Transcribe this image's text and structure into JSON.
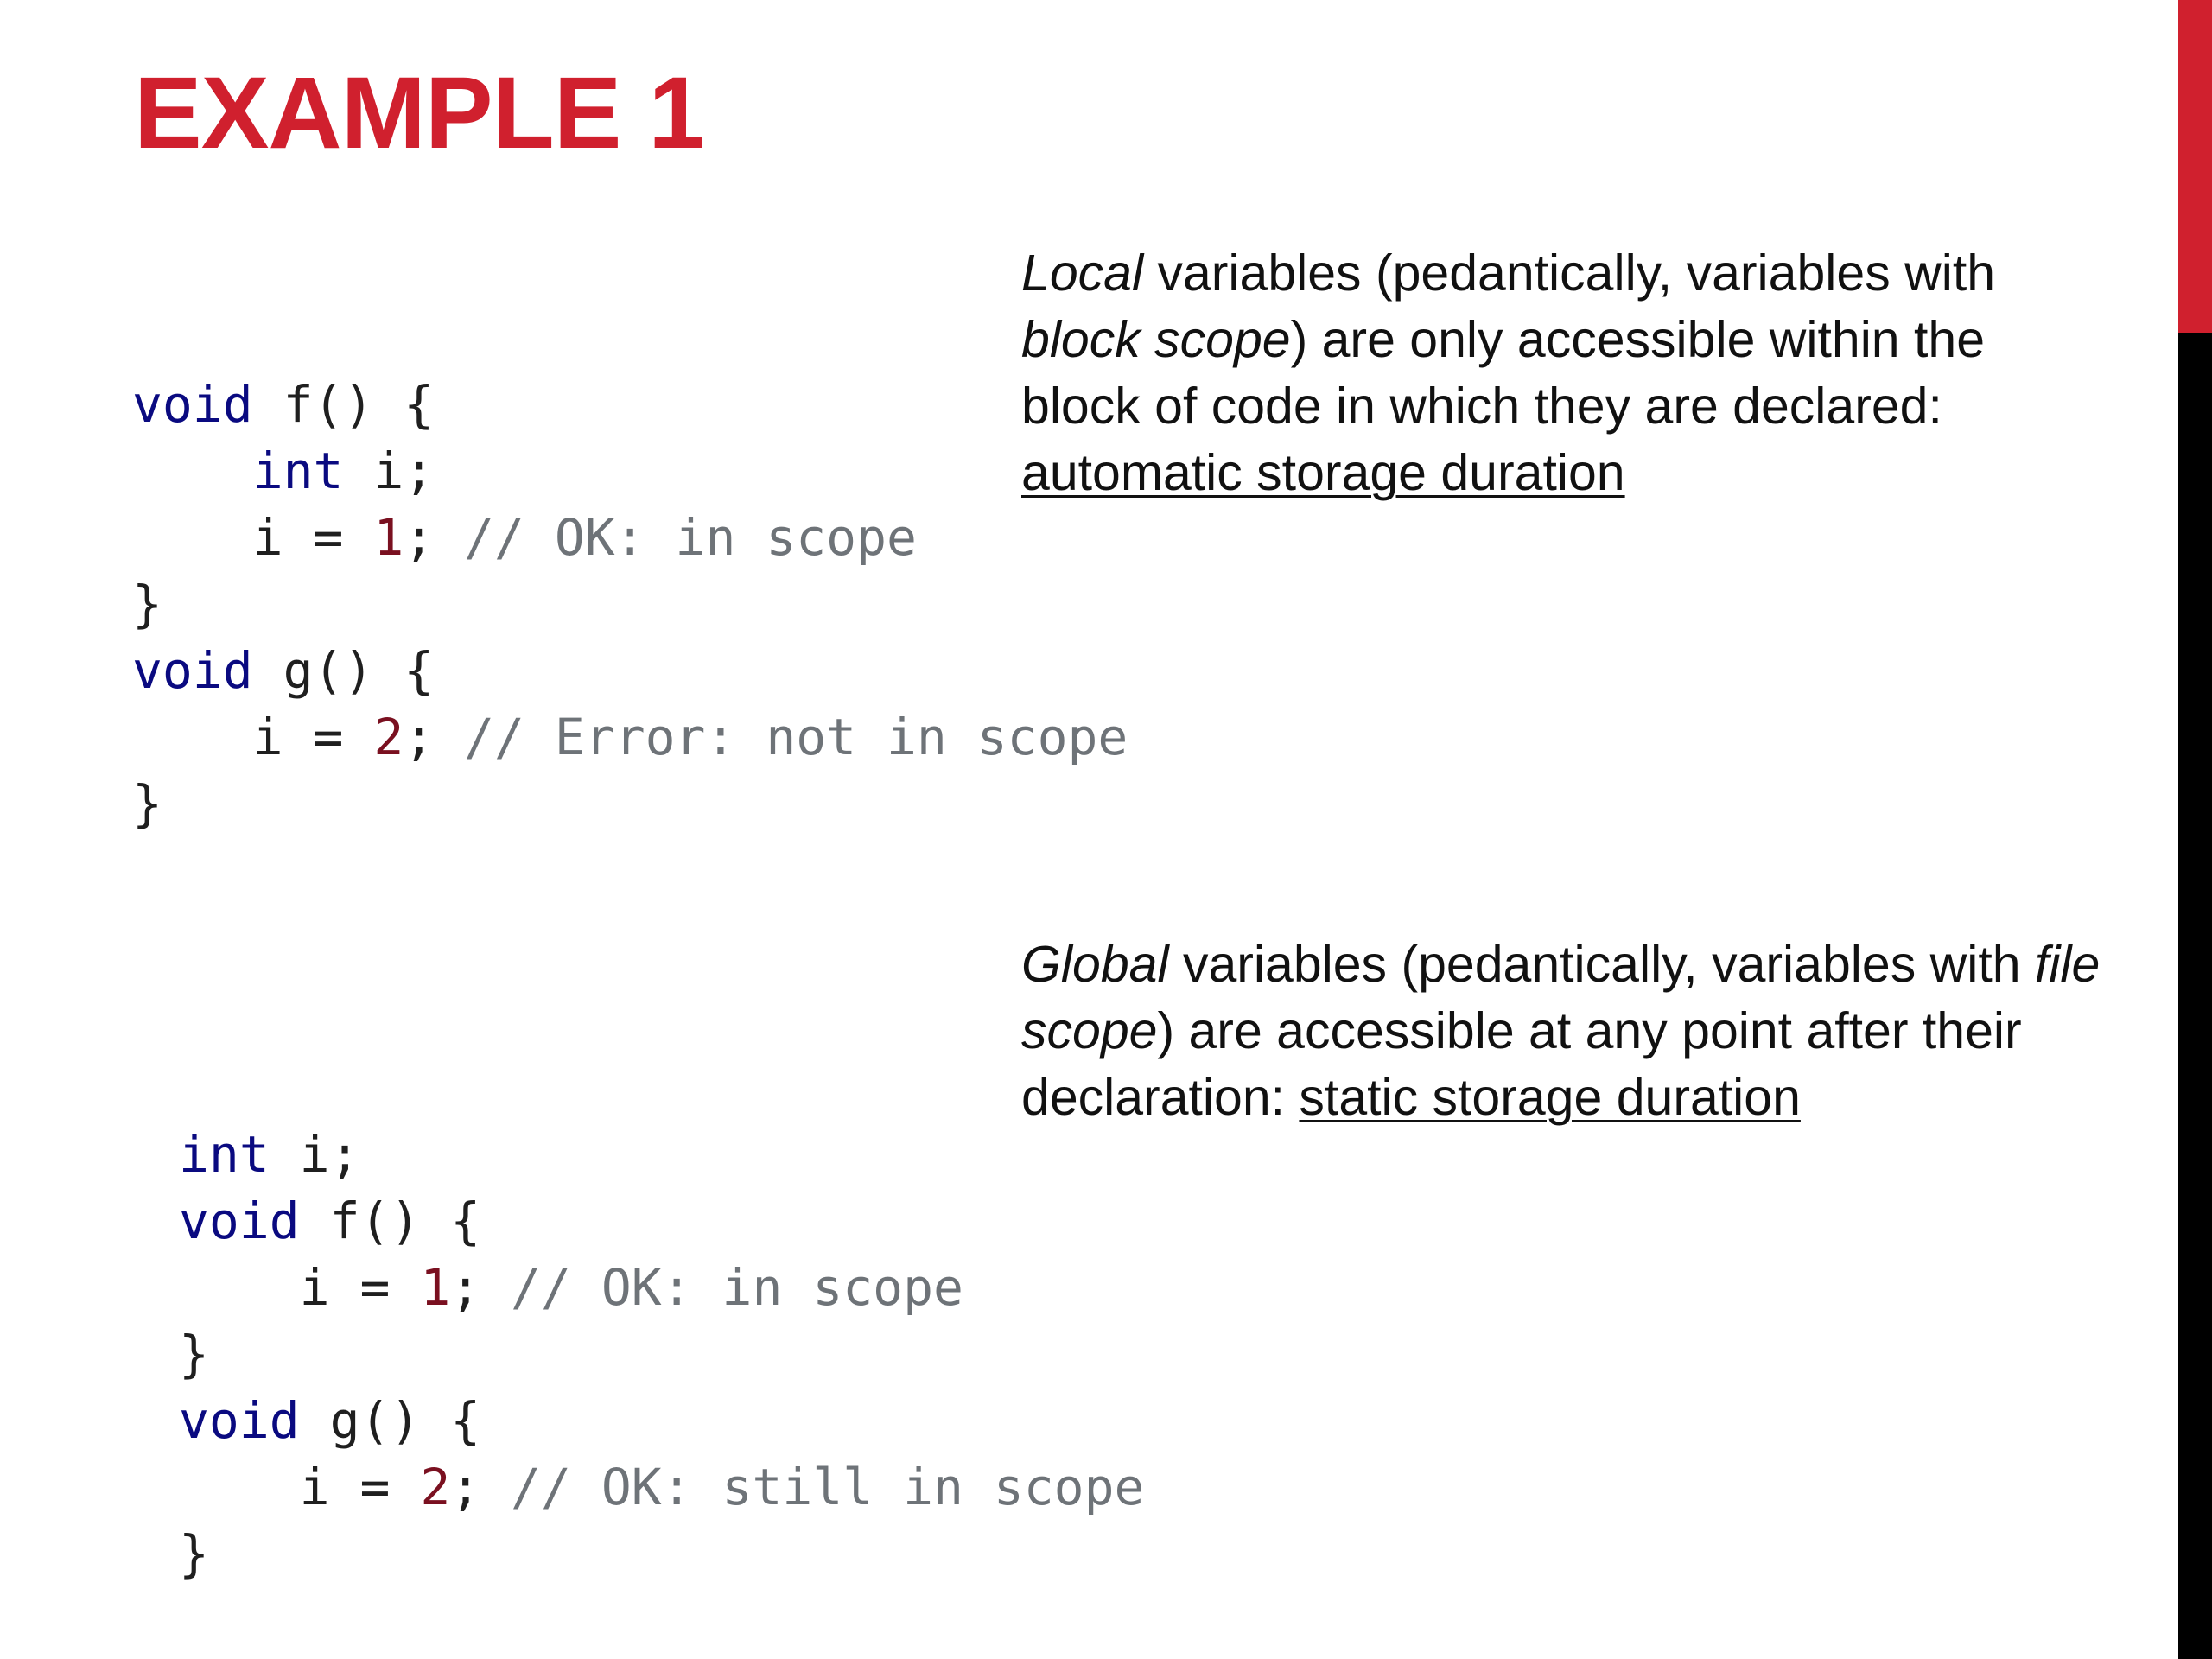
{
  "title": "EXAMPLE 1",
  "code_block_1": {
    "lines": [
      [
        {
          "t": "void",
          "c": "kw"
        },
        {
          "t": " f() {",
          "c": ""
        }
      ],
      [
        {
          "t": "    ",
          "c": ""
        },
        {
          "t": "int",
          "c": "kw"
        },
        {
          "t": " i;",
          "c": ""
        }
      ],
      [
        {
          "t": "    i = ",
          "c": ""
        },
        {
          "t": "1",
          "c": "num"
        },
        {
          "t": "; ",
          "c": ""
        },
        {
          "t": "// OK: in scope",
          "c": "cmt"
        }
      ],
      [
        {
          "t": "}",
          "c": ""
        }
      ],
      [
        {
          "t": "void",
          "c": "kw"
        },
        {
          "t": " g() {",
          "c": ""
        }
      ],
      [
        {
          "t": "    i = ",
          "c": ""
        },
        {
          "t": "2",
          "c": "num"
        },
        {
          "t": "; ",
          "c": ""
        },
        {
          "t": "// Error: not in scope",
          "c": "cmt"
        }
      ],
      [
        {
          "t": "}",
          "c": ""
        }
      ]
    ]
  },
  "code_block_2": {
    "lines": [
      [
        {
          "t": "int",
          "c": "kw"
        },
        {
          "t": " i;",
          "c": ""
        }
      ],
      [
        {
          "t": "void",
          "c": "kw"
        },
        {
          "t": " f() {",
          "c": ""
        }
      ],
      [
        {
          "t": "    i = ",
          "c": ""
        },
        {
          "t": "1",
          "c": "num"
        },
        {
          "t": "; ",
          "c": ""
        },
        {
          "t": "// OK: in scope",
          "c": "cmt"
        }
      ],
      [
        {
          "t": "}",
          "c": ""
        }
      ],
      [
        {
          "t": "void",
          "c": "kw"
        },
        {
          "t": " g() {",
          "c": ""
        }
      ],
      [
        {
          "t": "    i = ",
          "c": ""
        },
        {
          "t": "2",
          "c": "num"
        },
        {
          "t": "; ",
          "c": ""
        },
        {
          "t": "// OK: still in scope",
          "c": "cmt"
        }
      ],
      [
        {
          "t": "}",
          "c": ""
        }
      ]
    ]
  },
  "note_local": {
    "term": "Local",
    "text_a": " variables (pedantically, variables with ",
    "scope": "block scope",
    "text_b": ") are only accessible within the block of code in which they are declared: ",
    "duration": "automatic storage duration"
  },
  "note_global": {
    "term": "Global",
    "text_a": " variables (pedantically, variables with ",
    "scope": "file scope",
    "text_b": ") are accessible at any point after their declaration: ",
    "duration": "static storage duration"
  },
  "colors": {
    "title": "#d0202e",
    "accent_bar": "#d0202e",
    "side_bar": "#000000",
    "keyword": "#0a0a80",
    "number": "#7a1020",
    "comment": "#6e7378"
  }
}
